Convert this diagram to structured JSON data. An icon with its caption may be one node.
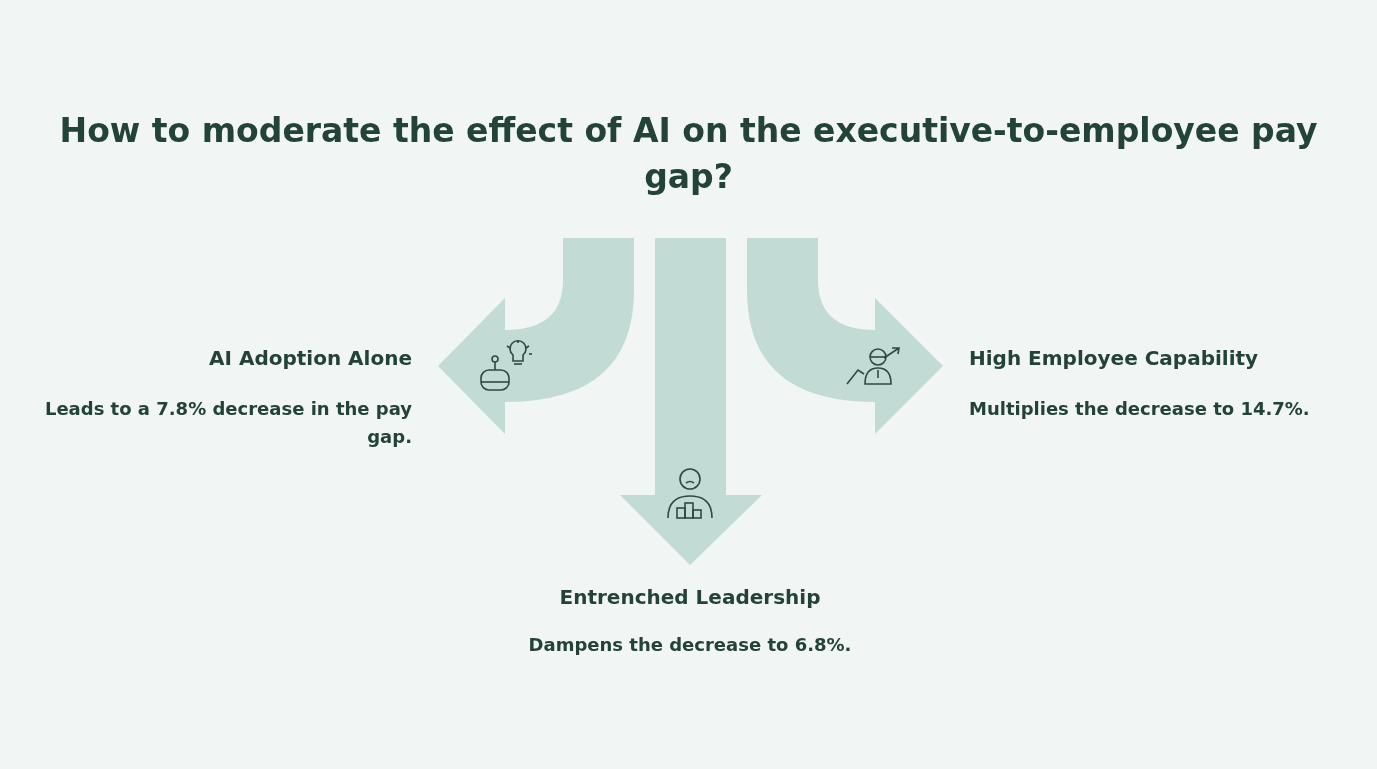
{
  "diagram": {
    "title": "How to moderate the effect of AI on the executive-to-employee pay gap?",
    "labels": [
      "AI Adoption Alone",
      "Leads to a 7.8% decrease in the pay gap.",
      "High Employee Capability",
      "Multiplies the decrease to 14.7%.",
      "Entrenched Leadership",
      "Dampens the decrease to 6.8%."
    ]
  }
}
